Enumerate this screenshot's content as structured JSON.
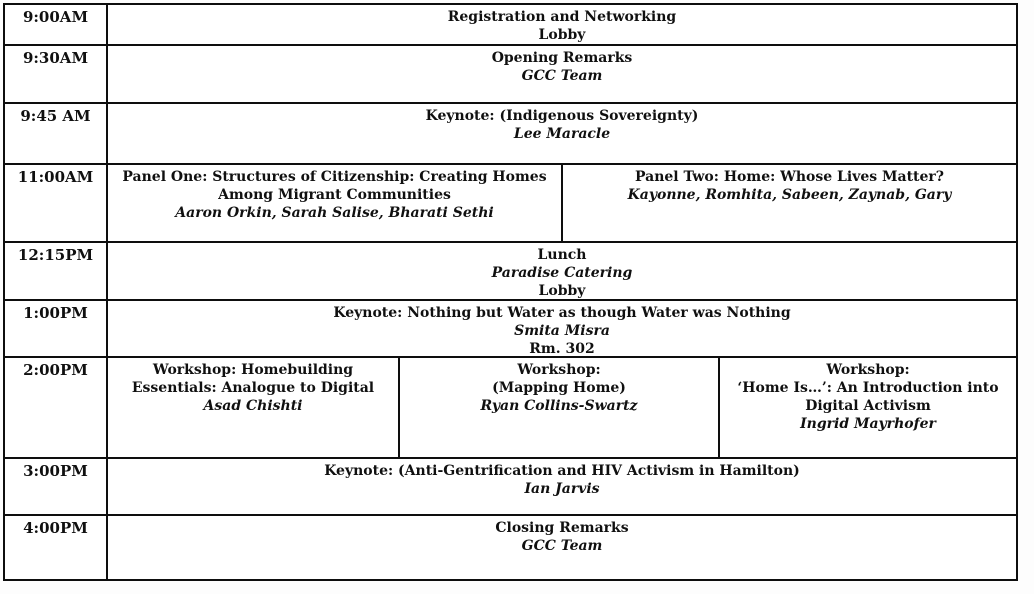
{
  "schedule": {
    "rows": [
      {
        "time": "9:00AM",
        "cells": [
          {
            "lines": [
              "Registration and Networking",
              "Lobby"
            ]
          }
        ]
      },
      {
        "time": "9:30AM",
        "cells": [
          {
            "lines": [
              "Opening Remarks",
              "GCC Team"
            ]
          }
        ]
      },
      {
        "time": "9:45 AM",
        "cells": [
          {
            "lines": [
              "Keynote:  (Indigenous Sovereignty)",
              "Lee Maracle"
            ]
          }
        ]
      },
      {
        "time": "11:00AM",
        "cells": [
          {
            "lines": [
              "Panel One: Structures of Citizenship: Creating Homes Among Migrant Communities",
              "Aaron Orkin, Sarah Salise, Bharati Sethi"
            ]
          },
          {
            "lines": [
              "Panel Two: Home: Whose Lives Matter?",
              "Kayonne, Romhita, Sabeen, Zaynab, Gary"
            ]
          }
        ]
      },
      {
        "time": "12:15PM",
        "cells": [
          {
            "lines": [
              "Lunch",
              "Paradise Catering",
              "Lobby"
            ]
          }
        ]
      },
      {
        "time": "1:00PM",
        "cells": [
          {
            "lines": [
              "Keynote: Nothing but Water as though Water was Nothing",
              "Smita Misra",
              "Rm. 302"
            ]
          }
        ]
      },
      {
        "time": "2:00PM",
        "cells": [
          {
            "lines": [
              "Workshop: Homebuilding Essentials: Analogue to Digital",
              "Asad Chishti"
            ]
          },
          {
            "lines": [
              "Workshop:",
              "(Mapping Home)",
              "Ryan Collins-Swartz"
            ]
          },
          {
            "lines": [
              "Workshop:",
              "‘Home Is…’: An Introduction into Digital Activism",
              "Ingrid Mayrhofer"
            ]
          }
        ]
      },
      {
        "time": "3:00PM",
        "cells": [
          {
            "lines": [
              "Keynote: (Anti-Gentrification and HIV Activism in Hamilton)",
              "Ian Jarvis"
            ]
          }
        ]
      },
      {
        "time": "4:00PM",
        "cells": [
          {
            "lines": [
              "Closing Remarks",
              "GCC Team"
            ]
          }
        ]
      }
    ]
  }
}
